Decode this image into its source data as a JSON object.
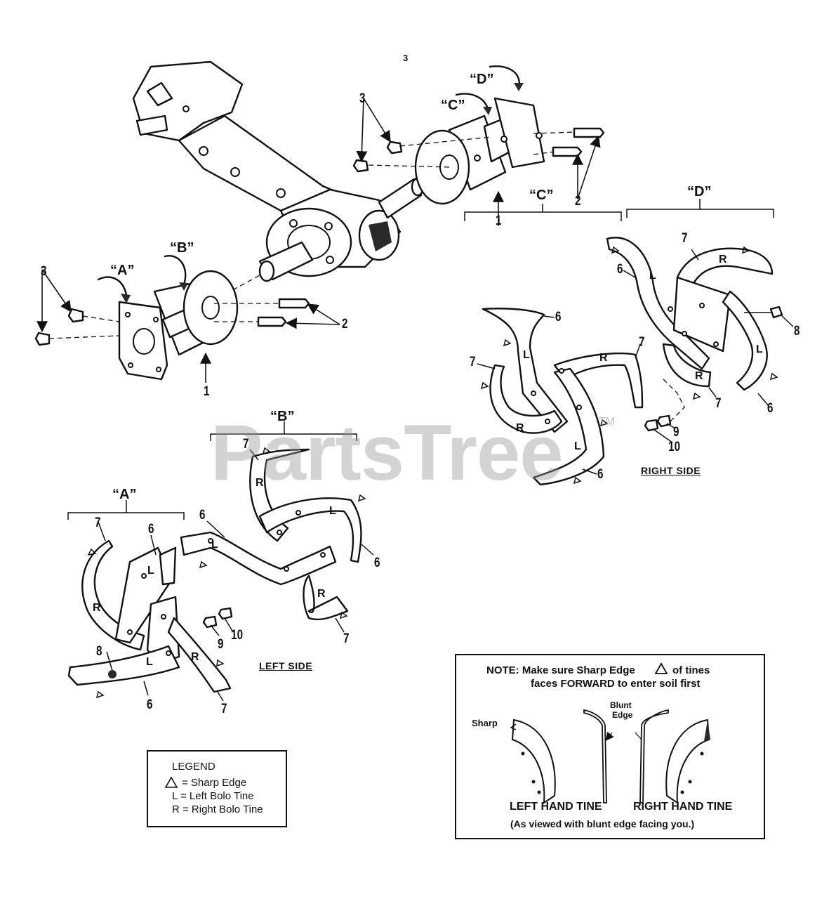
{
  "page": {
    "number": "3"
  },
  "watermark": {
    "text": "PartsTree",
    "trademark": "TM"
  },
  "groups": {
    "a": "“A”",
    "b": "“B”",
    "c": "“C”",
    "d": "“D”"
  },
  "callouts": {
    "n1": "1",
    "n2": "2",
    "n3": "3",
    "n6": "6",
    "n7": "7",
    "n8": "8",
    "n9": "9",
    "n10": "10",
    "tine_left": "L",
    "tine_right": "R"
  },
  "sides": {
    "left": "LEFT SIDE",
    "right": "RIGHT SIDE"
  },
  "legend": {
    "title": "LEGEND",
    "sharp": "= Sharp Edge",
    "left": "L  =  Left Bolo Tine",
    "right": "R  =  Right Bolo Tine"
  },
  "note": {
    "line1": "NOTE:  Make sure Sharp Edge",
    "line1b": "of tines",
    "line2": "faces FORWARD to enter soil first",
    "sharp": "Sharp",
    "blunt": "Blunt",
    "edge": "Edge",
    "left_hand": "LEFT HAND TINE",
    "right_hand": "RIGHT HAND TINE",
    "viewed": "(As viewed with blunt edge facing you.)"
  },
  "colors": {
    "ink": "#111111",
    "watermark": "#969696"
  }
}
